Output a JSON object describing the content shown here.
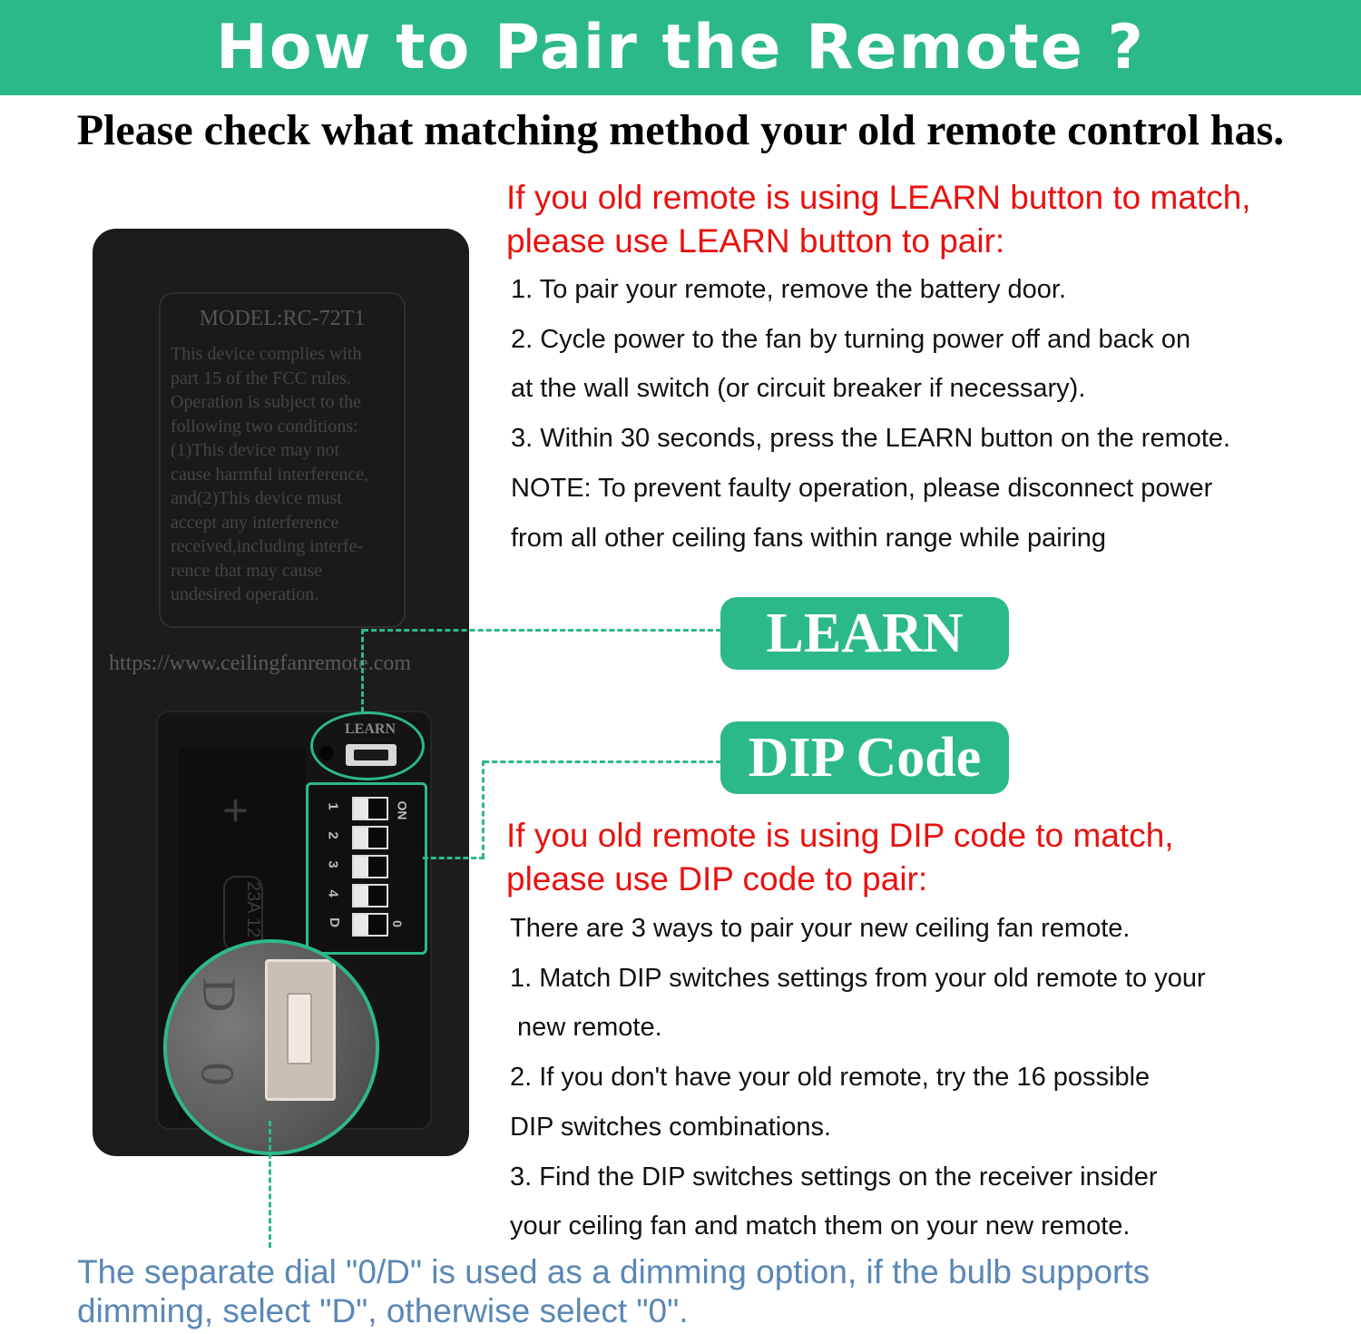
{
  "header": {
    "title": "How to Pair the Remote ?"
  },
  "subtitle": "Please check what matching method your old remote control has.",
  "learn_section": {
    "heading_line1": "If you old remote is using LEARN button to match,",
    "heading_line2": "please use LEARN button to pair:",
    "steps": [
      "1. To pair your remote, remove the battery door.",
      "2. Cycle power to the fan by turning power off and back on",
      "at the wall switch (or circuit breaker if necessary).",
      "3. Within 30 seconds, press the LEARN button on the remote.",
      "NOTE: To prevent faulty operation, please disconnect power",
      "from all other ceiling fans within range while pairing"
    ]
  },
  "callouts": {
    "learn": "LEARN",
    "dip": "DIP Code"
  },
  "dip_section": {
    "heading_line1": "If you old remote is using DIP code to match,",
    "heading_line2": "please use DIP code to pair:",
    "steps": [
      "There are 3 ways to pair your new ceiling fan remote.",
      "1. Match DIP switches settings from your old remote to your",
      " new remote.",
      "2. If you don't have your old remote, try the 16 possible",
      "DIP switches combinations.",
      "3. Find the DIP switches settings on the receiver insider",
      "your ceiling fan and match them on your new remote."
    ]
  },
  "note": {
    "line1": "The separate dial \"0/D\" is used as a dimming option, if the bulb supports",
    "line2": "dimming, select \"D\", otherwise select \"0\"."
  },
  "remote": {
    "model": "MODEL:RC-72T1",
    "fcc_lines": [
      "This device complies with",
      "part 15 of the FCC rules.",
      "Operation is subject to the",
      "following two conditions:",
      "(1)This device may not",
      "cause harmful interference,",
      "and(2)This device must",
      "accept any interference",
      "received,including interfe-",
      "rence that may cause",
      "undesired operation."
    ],
    "url": "https://www.ceilingfanremote.com",
    "learn_label": "LEARN",
    "battery_plus": "+",
    "battery_label": "23A 12",
    "dip_numbers": [
      "1",
      "2",
      "3",
      "4",
      "D"
    ],
    "dip_on": "ON",
    "dip_zero": "0",
    "zoom_letters": [
      "D",
      "0"
    ]
  },
  "colors": {
    "accent": "#2cb989",
    "red": "#e8120f",
    "note_blue": "#5a87b6"
  }
}
